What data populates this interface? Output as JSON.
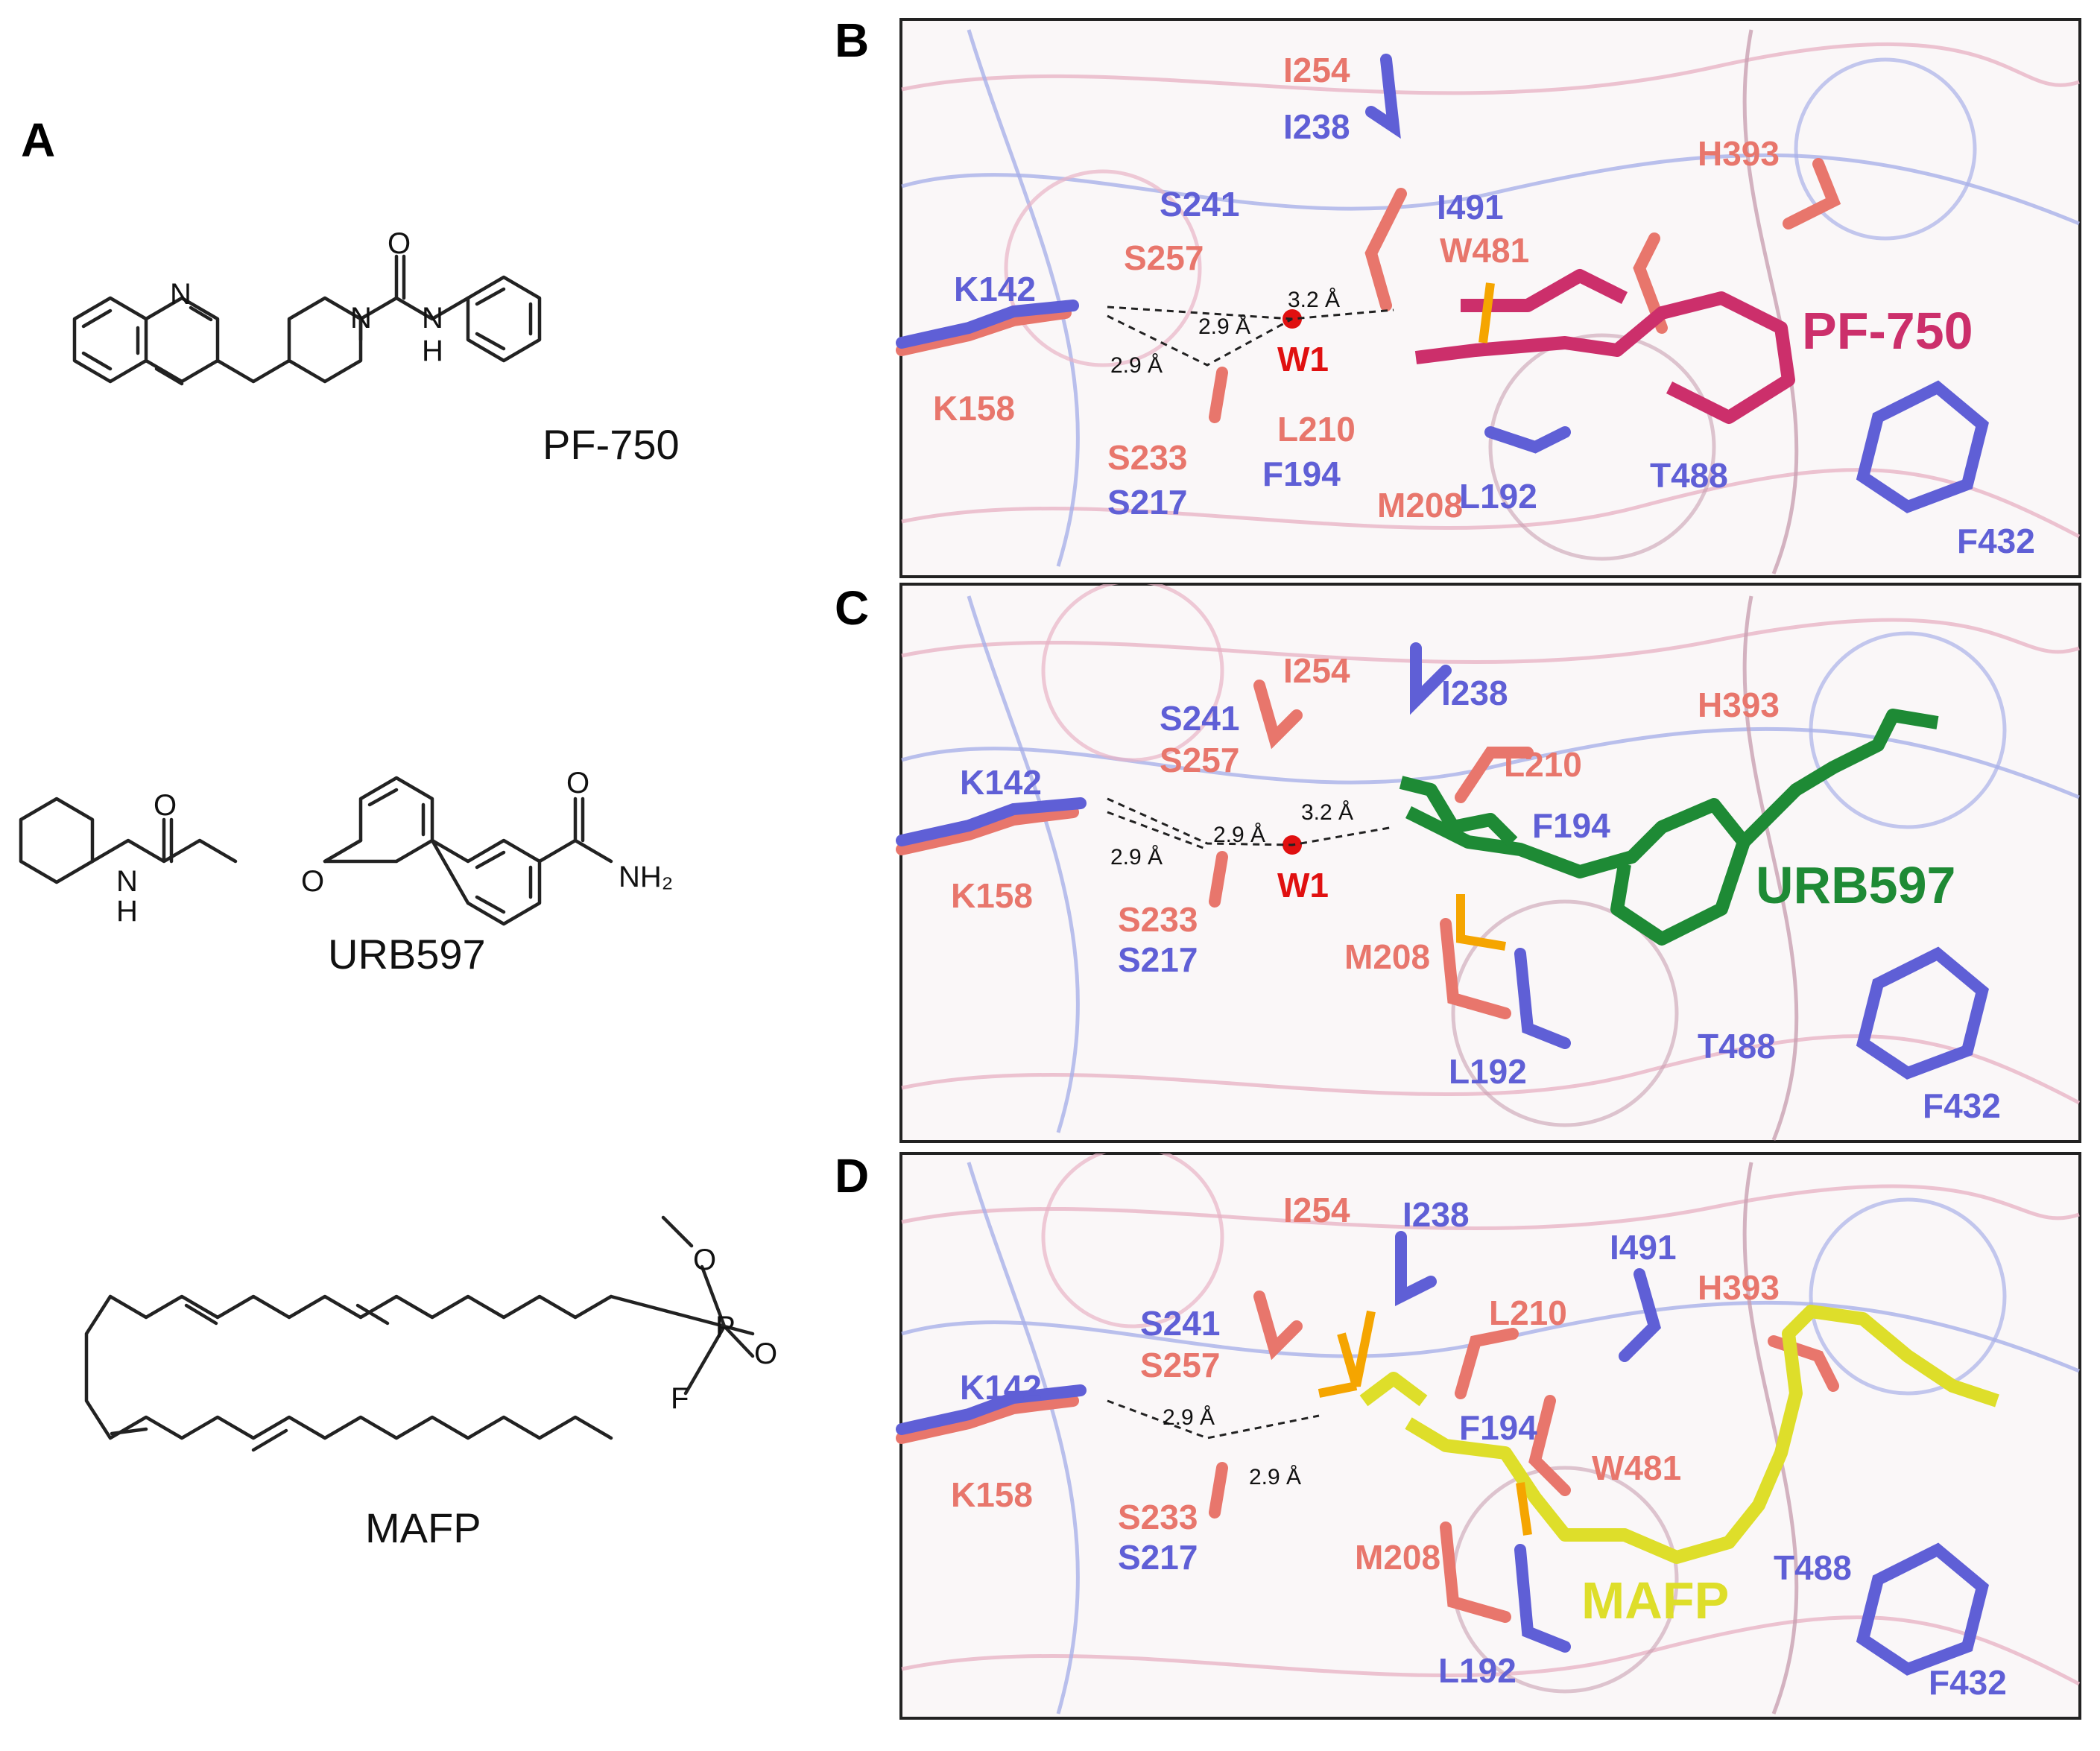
{
  "panels": {
    "A": {
      "label": "A",
      "molecules": [
        {
          "name": "PF-750",
          "atoms": {
            "N1": "N",
            "O": "O",
            "N2": "N",
            "NH": "N",
            "H": "H"
          }
        },
        {
          "name": "URB597",
          "atoms": {
            "O1": "O",
            "N": "N",
            "H": "H",
            "O2": "O",
            "O3": "O",
            "NH2": "NH₂"
          }
        },
        {
          "name": "MAFP",
          "atoms": {
            "O1": "O",
            "P": "P",
            "O2": "O",
            "F": "F"
          }
        }
      ]
    },
    "B": {
      "label": "B",
      "ligand": "PF-750",
      "water": "W1",
      "distances": [
        "3.2 Å",
        "2.9 Å",
        "2.9 Å"
      ],
      "residues_salmon": [
        "I254",
        "H393",
        "S257",
        "W481",
        "K158",
        "L210",
        "S233",
        "M208"
      ],
      "residues_blue": [
        "I238",
        "S241",
        "I491",
        "K142",
        "F194",
        "S217",
        "L192",
        "T488",
        "F432"
      ]
    },
    "C": {
      "label": "C",
      "ligand": "URB597",
      "water": "W1",
      "distances": [
        "3.2 Å",
        "2.9 Å",
        "2.9 Å"
      ],
      "residues_salmon": [
        "I254",
        "H393",
        "S257",
        "L210",
        "K158",
        "S233",
        "M208"
      ],
      "residues_blue": [
        "I238",
        "S241",
        "K142",
        "F194",
        "S217",
        "T488",
        "L192",
        "F432"
      ]
    },
    "D": {
      "label": "D",
      "ligand": "MAFP",
      "distances": [
        "2.9 Å",
        "2.9 Å"
      ],
      "residues_salmon": [
        "I254",
        "H393",
        "L210",
        "S257",
        "K158",
        "W481",
        "S233",
        "M208"
      ],
      "residues_blue": [
        "I238",
        "I491",
        "S241",
        "K142",
        "F194",
        "S217",
        "T488",
        "L192",
        "F432"
      ]
    }
  },
  "colors": {
    "salmon": "#e8766c",
    "blue": "#5f5fd6",
    "pf750": "#cc2f6b",
    "urb597": "#1e8a35",
    "mafp": "#dede2a",
    "water": "#e01010"
  }
}
